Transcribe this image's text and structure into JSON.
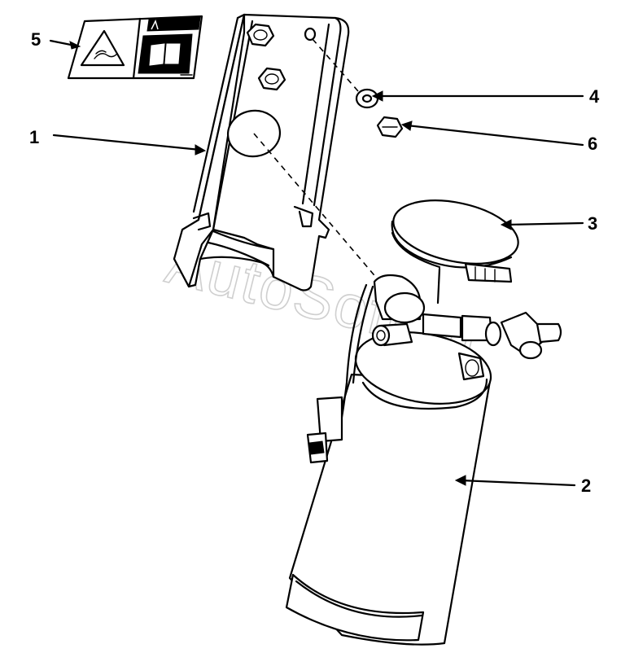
{
  "diagram": {
    "watermark": "AutoSoft.ru",
    "callouts": [
      {
        "id": "label-1",
        "text": "1"
      },
      {
        "id": "label-2",
        "text": "2"
      },
      {
        "id": "label-3",
        "text": "3"
      },
      {
        "id": "label-4",
        "text": "4"
      },
      {
        "id": "label-5",
        "text": "5"
      },
      {
        "id": "label-6",
        "text": "6"
      }
    ],
    "parts": {
      "bracket": "mounting-bracket",
      "receiver_drier": "receiver-drier-cylinder",
      "clamp": "clamp-band",
      "washer": "washer",
      "warning_decal": "warning-decal",
      "nut": "hex-nut"
    }
  }
}
